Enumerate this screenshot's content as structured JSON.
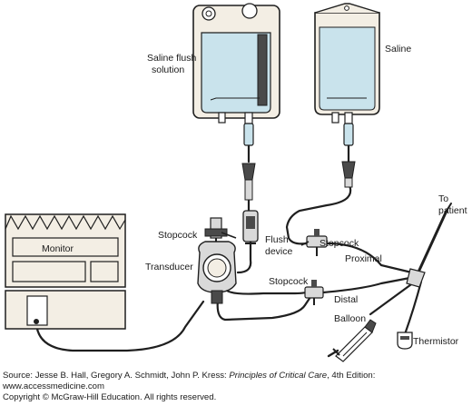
{
  "labels": {
    "saline_flush_line1": "Saline flush",
    "saline_flush_line2": "solution",
    "saline": "Saline",
    "to_patient_line1": "To",
    "to_patient_line2": "patient",
    "stopcock_left": "Stopcock",
    "flush_device_line1": "Flush",
    "flush_device_line2": "device",
    "stopcock_middle": "Stopcock",
    "proximal": "Proximal",
    "monitor": "Monitor",
    "transducer": "Transducer",
    "stopcock_lower": "Stopcock",
    "distal": "Distal",
    "balloon": "Balloon",
    "thermistor": "Thermistor"
  },
  "caption": {
    "source_prefix": "Source: Jesse B. Hall, Gregory A. Schmidt, John P. Kress: ",
    "book_title": "Principles of Critical Care",
    "source_suffix": ", 4th Edition:",
    "website": "www.accessmedicine.com",
    "copyright": "Copyright © McGraw-Hill Education. All rights reserved."
  },
  "colors": {
    "line": "#1f1f1f",
    "bag_fill": "#f3eee4",
    "fluid_fill": "#c9e3ec",
    "device_fill": "#d9d9d9",
    "device_dark": "#4a4a4a",
    "monitor_fill": "#f3eee4"
  }
}
